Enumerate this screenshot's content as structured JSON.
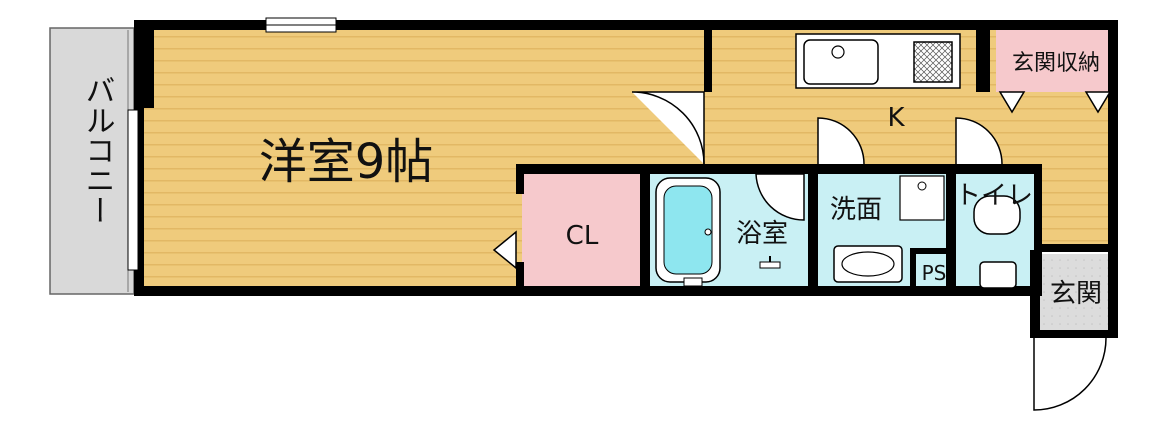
{
  "labels": {
    "western_room": "洋室9帖",
    "balcony": "バルコニー",
    "kitchen": "K",
    "closet": "CL",
    "bathroom": "浴室",
    "washroom": "洗面",
    "toilet": "トイレ",
    "pipe_space": "PS",
    "entrance": "玄関",
    "entrance_storage": "玄関収納"
  },
  "colors": {
    "wood_floor": "#efcb7c",
    "wood_stripe": "#e2b865",
    "balcony": "#d9d9d9",
    "closet": "#f6c9cc",
    "wet_area": "#c9f0f4",
    "tub_water": "#8ee6ef",
    "entrance_tile": "#dcdcdc",
    "storage": "#f6c9cc",
    "wall": "#000000"
  }
}
